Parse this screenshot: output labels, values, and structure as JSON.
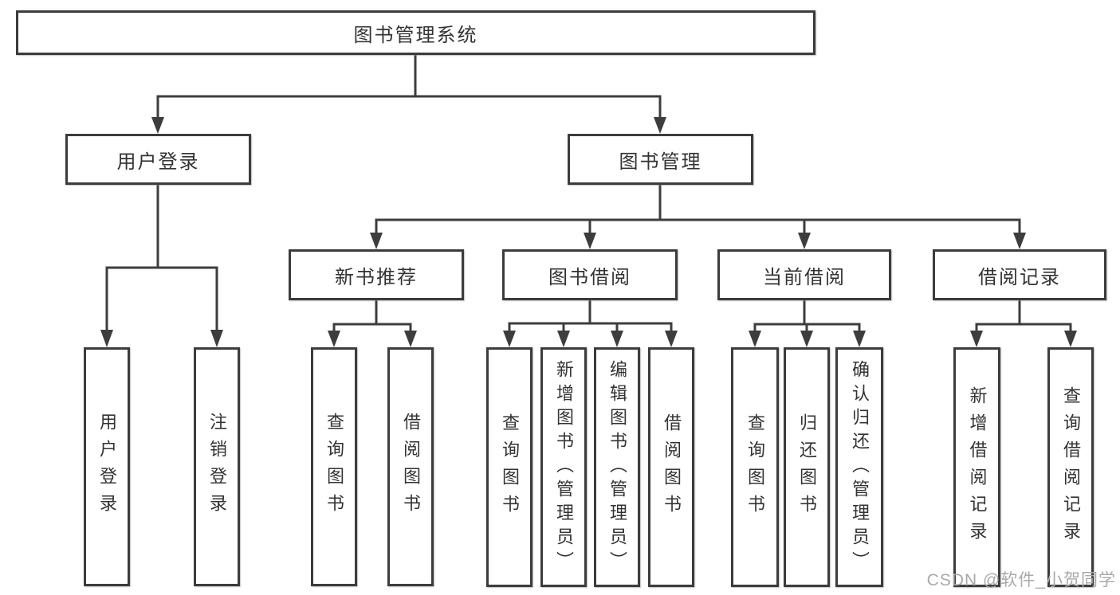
{
  "diagram": {
    "title": "图书管理系统",
    "tree": {
      "root": {
        "label": "图书管理系统",
        "children": [
          {
            "label": "用户登录",
            "children": [
              {
                "label": "用户登录"
              },
              {
                "label": "注销登录"
              }
            ]
          },
          {
            "label": "图书管理",
            "children": [
              {
                "label": "新书推荐",
                "children": [
                  {
                    "label": "查询图书"
                  },
                  {
                    "label": "借阅图书"
                  }
                ]
              },
              {
                "label": "图书借阅",
                "children": [
                  {
                    "label": "查询图书"
                  },
                  {
                    "label": "新增图书（管理员）"
                  },
                  {
                    "label": "编辑图书（管理员）"
                  },
                  {
                    "label": "借阅图书"
                  }
                ]
              },
              {
                "label": "当前借阅",
                "children": [
                  {
                    "label": "查询图书"
                  },
                  {
                    "label": "归还图书"
                  },
                  {
                    "label": "确认归还（管理员）"
                  }
                ]
              },
              {
                "label": "借阅记录",
                "children": [
                  {
                    "label": "新增借阅记录"
                  },
                  {
                    "label": "查询借阅记录"
                  }
                ]
              }
            ]
          }
        ]
      }
    },
    "colors": {
      "line": "#3d3d3d",
      "text": "#333333",
      "background": "#ffffff",
      "watermark_color": "#a9a9a9"
    }
  },
  "watermark": "CSDN @软件_小贺同学"
}
